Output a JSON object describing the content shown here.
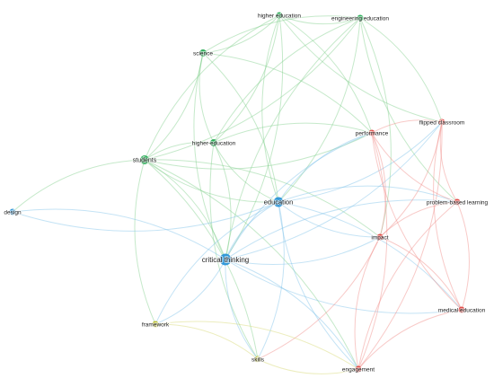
{
  "clusters": {
    "green": "#1fa84f",
    "blue": "#1f8fd6",
    "red": "#e0403c",
    "yellow": "#b8b81e"
  },
  "edge_colors": {
    "green": "#7fcf8a",
    "blue": "#7cc0e8",
    "red": "#f08a86",
    "yellow": "#d4d66e"
  },
  "nodes": [
    {
      "id": "higher-education-top",
      "label": "higher education",
      "cluster": "green"
    },
    {
      "id": "engineering-education",
      "label": "engineering education",
      "cluster": "green"
    },
    {
      "id": "science",
      "label": "science",
      "cluster": "green"
    },
    {
      "id": "higher-education",
      "label": "higher-education",
      "cluster": "green"
    },
    {
      "id": "students",
      "label": "students",
      "cluster": "green"
    },
    {
      "id": "design",
      "label": "design",
      "cluster": "blue"
    },
    {
      "id": "education",
      "label": "education",
      "cluster": "blue"
    },
    {
      "id": "critical-thinking",
      "label": "critical thinking",
      "cluster": "blue"
    },
    {
      "id": "performance",
      "label": "performance",
      "cluster": "red"
    },
    {
      "id": "flipped-classroom",
      "label": "flipped classroom",
      "cluster": "red"
    },
    {
      "id": "problem-based-learning",
      "label": "problem-based learning",
      "cluster": "red"
    },
    {
      "id": "impact",
      "label": "impact",
      "cluster": "red"
    },
    {
      "id": "medical-education",
      "label": "medical education",
      "cluster": "red"
    },
    {
      "id": "engagement",
      "label": "engagement",
      "cluster": "red"
    },
    {
      "id": "framework",
      "label": "framework",
      "cluster": "yellow"
    },
    {
      "id": "skills",
      "label": "skills",
      "cluster": "yellow"
    }
  ],
  "edges": [
    [
      "students",
      "science"
    ],
    [
      "students",
      "higher-education-top"
    ],
    [
      "students",
      "engineering-education"
    ],
    [
      "students",
      "higher-education"
    ],
    [
      "students",
      "education"
    ],
    [
      "students",
      "critical-thinking"
    ],
    [
      "students",
      "framework"
    ],
    [
      "students",
      "skills"
    ],
    [
      "students",
      "performance"
    ],
    [
      "students",
      "impact"
    ],
    [
      "students",
      "design"
    ],
    [
      "students",
      "engagement"
    ],
    [
      "science",
      "higher-education-top"
    ],
    [
      "science",
      "engineering-education"
    ],
    [
      "science",
      "higher-education"
    ],
    [
      "science",
      "education"
    ],
    [
      "science",
      "critical-thinking"
    ],
    [
      "science",
      "performance"
    ],
    [
      "higher-education-top",
      "engineering-education"
    ],
    [
      "higher-education-top",
      "higher-education"
    ],
    [
      "higher-education-top",
      "education"
    ],
    [
      "higher-education-top",
      "critical-thinking"
    ],
    [
      "higher-education-top",
      "flipped-classroom"
    ],
    [
      "higher-education-top",
      "performance"
    ],
    [
      "engineering-education",
      "higher-education"
    ],
    [
      "engineering-education",
      "education"
    ],
    [
      "engineering-education",
      "critical-thinking"
    ],
    [
      "engineering-education",
      "impact"
    ],
    [
      "engineering-education",
      "problem-based-learning"
    ],
    [
      "engineering-education",
      "flipped-classroom"
    ],
    [
      "higher-education",
      "education"
    ],
    [
      "higher-education",
      "critical-thinking"
    ],
    [
      "higher-education",
      "skills"
    ],
    [
      "higher-education",
      "performance"
    ],
    [
      "design",
      "education"
    ],
    [
      "design",
      "critical-thinking"
    ],
    [
      "education",
      "critical-thinking"
    ],
    [
      "education",
      "performance"
    ],
    [
      "education",
      "flipped-classroom"
    ],
    [
      "education",
      "problem-based-learning"
    ],
    [
      "education",
      "impact"
    ],
    [
      "education",
      "medical-education"
    ],
    [
      "education",
      "engagement"
    ],
    [
      "education",
      "skills"
    ],
    [
      "education",
      "framework"
    ],
    [
      "critical-thinking",
      "performance"
    ],
    [
      "critical-thinking",
      "impact"
    ],
    [
      "critical-thinking",
      "problem-based-learning"
    ],
    [
      "critical-thinking",
      "medical-education"
    ],
    [
      "critical-thinking",
      "engagement"
    ],
    [
      "critical-thinking",
      "skills"
    ],
    [
      "critical-thinking",
      "framework"
    ],
    [
      "critical-thinking",
      "flipped-classroom"
    ],
    [
      "performance",
      "flipped-classroom"
    ],
    [
      "performance",
      "problem-based-learning"
    ],
    [
      "performance",
      "impact"
    ],
    [
      "performance",
      "medical-education"
    ],
    [
      "performance",
      "engagement"
    ],
    [
      "flipped-classroom",
      "problem-based-learning"
    ],
    [
      "flipped-classroom",
      "impact"
    ],
    [
      "flipped-classroom",
      "medical-education"
    ],
    [
      "flipped-classroom",
      "engagement"
    ],
    [
      "problem-based-learning",
      "impact"
    ],
    [
      "problem-based-learning",
      "medical-education"
    ],
    [
      "problem-based-learning",
      "engagement"
    ],
    [
      "impact",
      "medical-education"
    ],
    [
      "impact",
      "engagement"
    ],
    [
      "impact",
      "skills"
    ],
    [
      "medical-education",
      "engagement"
    ],
    [
      "framework",
      "skills"
    ],
    [
      "skills",
      "engagement"
    ],
    [
      "framework",
      "engagement"
    ]
  ]
}
